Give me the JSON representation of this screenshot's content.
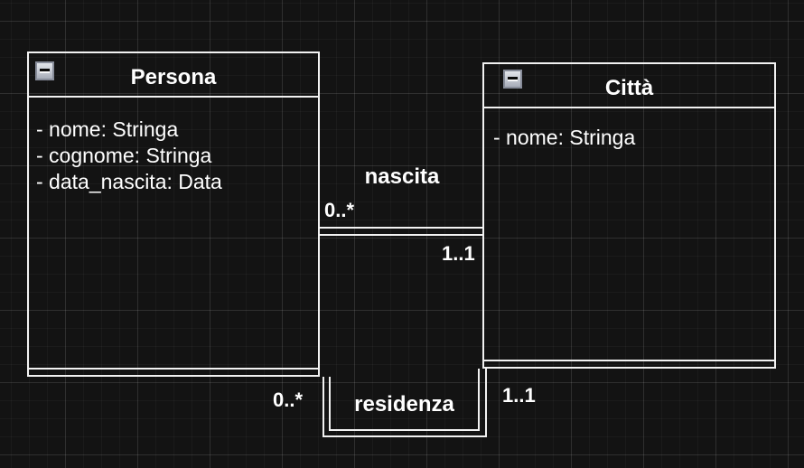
{
  "diagram": {
    "classes": [
      {
        "name": "Persona",
        "attributes": [
          "- nome: Stringa",
          "- cognome: Stringa",
          "- data_nascita: Data"
        ]
      },
      {
        "name": "Città",
        "attributes": [
          "- nome: Stringa"
        ]
      }
    ],
    "associations": [
      {
        "name": "nascita",
        "source": "Persona",
        "target": "Città",
        "source_multiplicity": "0..*",
        "target_multiplicity": "1..1"
      },
      {
        "name": "residenza",
        "source": "Persona",
        "target": "Città",
        "source_multiplicity": "0..*",
        "target_multiplicity": "1..1"
      }
    ]
  },
  "icons": {
    "collapse": "minus-icon"
  },
  "colors": {
    "background": "#131313",
    "shape_border": "#f2f2f2",
    "text": "#ffffff",
    "collapse_button_bg": "#c3c7d0",
    "collapse_button_border": "#878c99"
  }
}
